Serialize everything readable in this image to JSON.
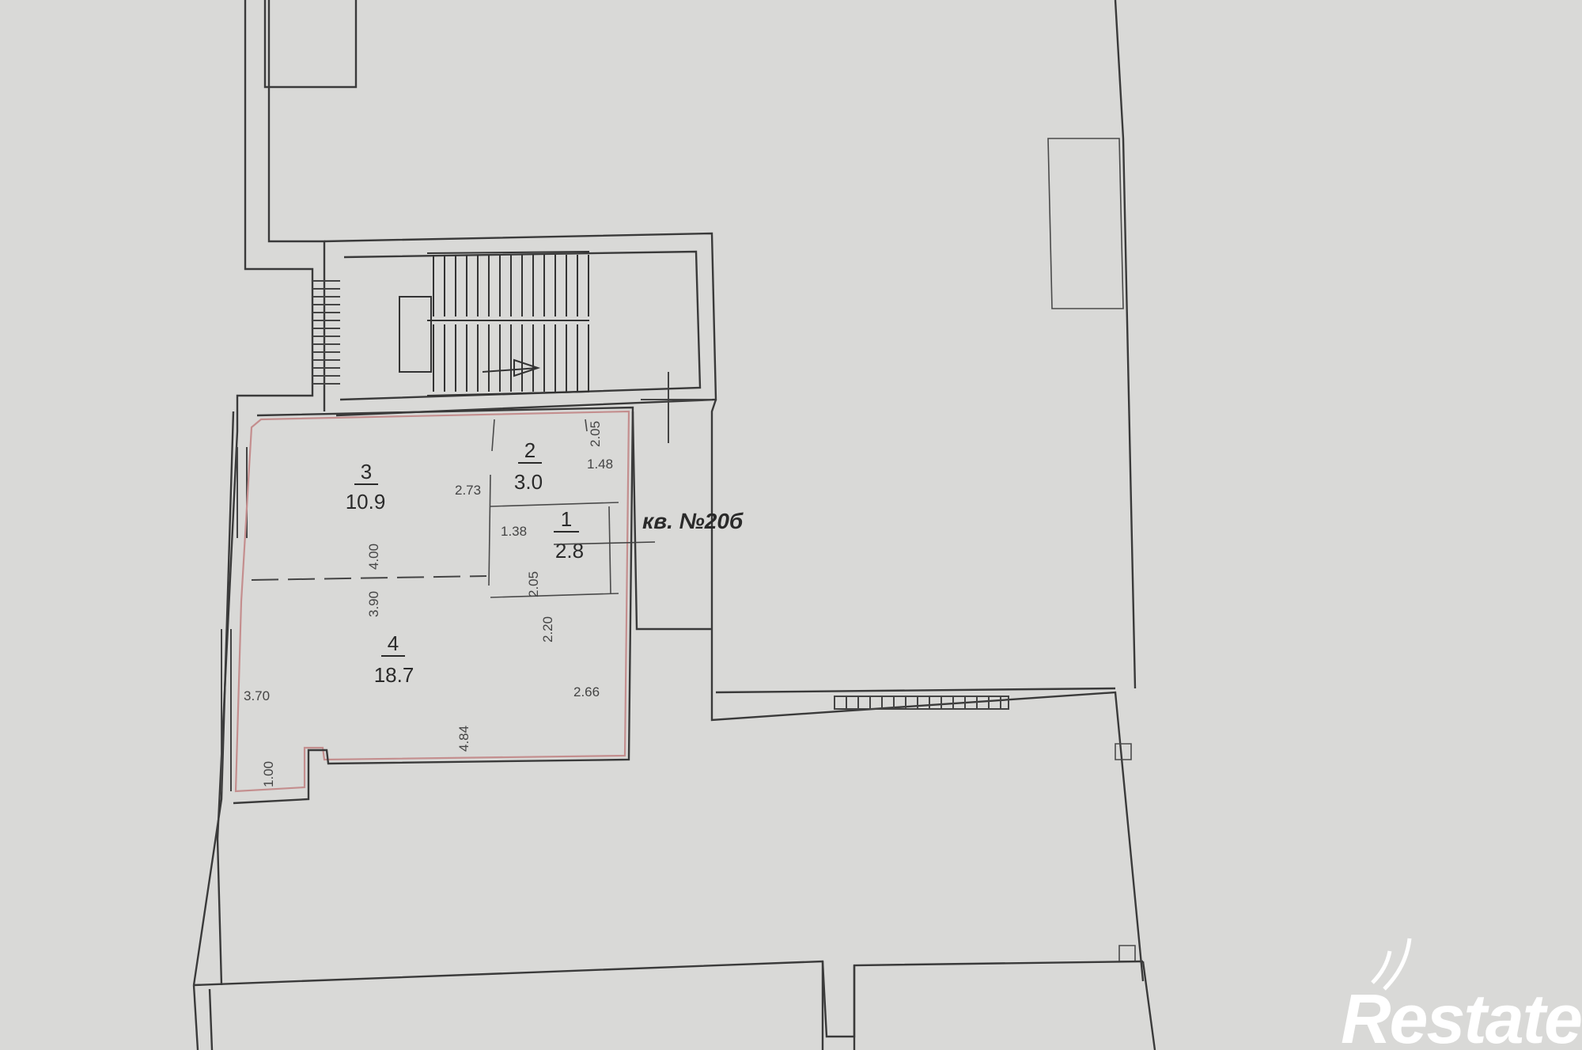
{
  "apartment_label": "кв. №20б",
  "rooms": [
    {
      "number": "1",
      "area": "2.8"
    },
    {
      "number": "2",
      "area": "3.0"
    },
    {
      "number": "3",
      "area": "10.9"
    },
    {
      "number": "4",
      "area": "18.7"
    }
  ],
  "dimensions": {
    "d_205_top": "2.05",
    "d_148": "1.48",
    "d_273": "2.73",
    "d_138": "1.38",
    "d_400": "4.00",
    "d_390": "3.90",
    "d_205_mid": "2.05",
    "d_220": "2.20",
    "d_370": "3.70",
    "d_266": "2.66",
    "d_484": "4.84",
    "d_100": "1.00"
  },
  "logo": {
    "text": "Restate"
  },
  "colors": {
    "paper": "#d9d9d7",
    "wall": "#3a3a3a",
    "apartment_outline": "#c48e8e",
    "logo": "#ffffff"
  }
}
